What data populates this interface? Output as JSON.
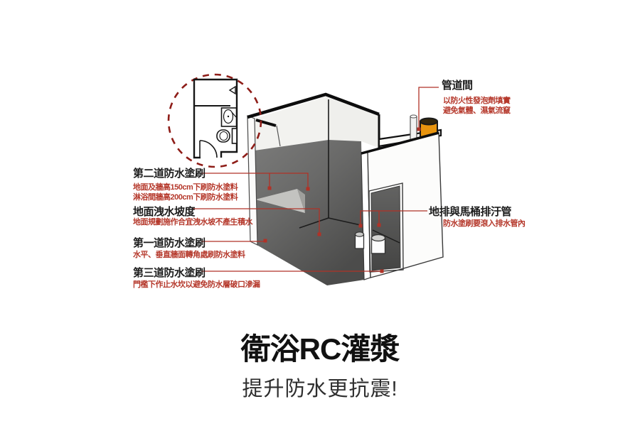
{
  "callouts": {
    "left": [
      {
        "title": "第二道防水塗刷",
        "notes": [
          "地面及牆高150cm下刷防水塗料",
          "淋浴間牆高200cm下刷防水塗料"
        ]
      },
      {
        "title": "地面洩水坡度",
        "notes": [
          "地面規劃施作合宜洩水坡不產生積水"
        ]
      },
      {
        "title": "第一道防水塗刷",
        "notes": [
          "水平、垂直牆面轉角處刷防水塗料"
        ]
      },
      {
        "title": "第三道防水塗刷",
        "notes": [
          "門檻下作止水坎以避免防水層破口滲漏"
        ]
      }
    ],
    "right": [
      {
        "title": "管道間",
        "notes": [
          "以防火性發泡劑填實",
          "避免氣體、濕氣流竄"
        ]
      },
      {
        "title": "地排與馬桶排汙管",
        "notes": [
          "防水塗刷要滾入排水管內"
        ]
      }
    ]
  },
  "footer": {
    "title": "衛浴RC灌漿",
    "subtitle": "提升防水更抗震!"
  },
  "colors": {
    "accent_red": "#b5382b",
    "dashed_circle_red": "#8e1d18",
    "label_black": "#1c1c1c",
    "wall_dark_gray": "#6f6f6e",
    "slope_light_gray": "#c0c0bd",
    "pipe_duct_orange": "#e8940e"
  }
}
